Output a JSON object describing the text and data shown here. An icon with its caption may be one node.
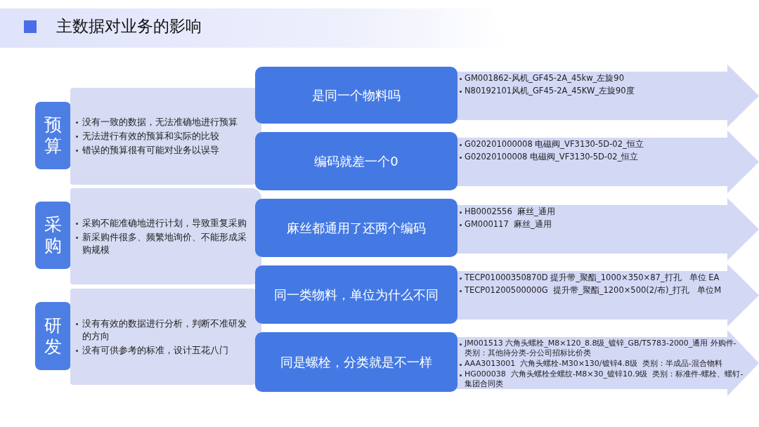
{
  "diagram": {
    "title": "主数据对业务的影响",
    "nodes": [
      {
        "text": [
          "预算"
        ]
      },
      {
        "text": [
          "没有一致的数据，无法准确地进行预算",
          "无法进行有效的预算和实际的比较",
          "错误的预算很有可能对业务以误导"
        ]
      },
      {
        "text": [
          "采购"
        ]
      },
      {
        "text": [
          "采购不能准确地进行计划，导致重复采购",
          "新采购件很多、频繁地询价、不能形成采购规模"
        ]
      },
      {
        "text": [
          "研发"
        ]
      },
      {
        "text": [
          "没有有效的数据进行分析，判断不准研发的方向",
          "没有可供参考的标准，设计五花八门"
        ]
      },
      {
        "text": [
          "是同一个物料吗"
        ]
      },
      {
        "text": [
          "GM001862-风机_GF45-2A_45kw_左旋90",
          "N80192101风机_GF45-2A_45KW_左旋90度"
        ]
      },
      {
        "text": [
          "编码就差一个0"
        ]
      },
      {
        "text": [
          "G020201000008 电磁阀_VF3130-5D-02_恒立",
          "G02020100008 电磁阀_VF3130-5D-02_恒立"
        ]
      },
      {
        "text": [
          "麻丝都通用了还两个编码"
        ]
      },
      {
        "text": [
          "HB0002556  麻丝_通用",
          "GM000117  麻丝_通用"
        ]
      },
      {
        "text": [
          "同一类物料，单位为什么不同"
        ]
      },
      {
        "text": [
          "TECP01000350870D 提升带_聚酯_1000×350×87_打孔   单位 EA",
          "TECP01200500000G  提升带_聚酯_1200×500(2/布)_打孔   单位M"
        ]
      },
      {
        "text": [
          "同是螺栓，分类就是不一样"
        ]
      },
      {
        "text": [
          "JM001513 六角头螺栓_M8×120_8.8级_镀锌_GB/T5783-2000_通用 外购件-类别：其他待分类-分公司招标比价类",
          "AAA3013001  六角头螺栓-M30×130/镀锌4.8级  类别：半成品-混合物料",
          "HG000038  六角头螺栓全螺纹-M8×30_镀锌10.9级  类别：标准件-螺栓、螺钉-集团合同类"
        ]
      }
    ]
  }
}
